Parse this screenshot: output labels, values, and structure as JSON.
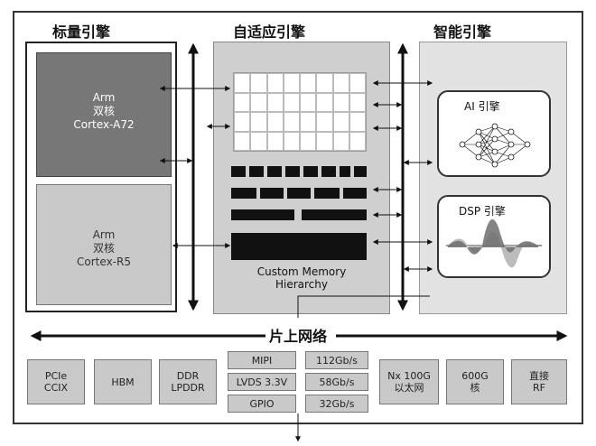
{
  "scalar": {
    "title": "标量引擎",
    "a72": [
      "Arm",
      "双核",
      "Cortex-A72"
    ],
    "r5": [
      "Arm",
      "双核",
      "Cortex-R5"
    ]
  },
  "adaptive": {
    "title": "自适应引擎",
    "memory_label": [
      "Custom Memory",
      "Hierarchy"
    ]
  },
  "smart": {
    "title": "智能引擎",
    "ai_label": "AI 引擎",
    "dsp_label": "DSP 引擎"
  },
  "noc": {
    "label": "片上网络"
  },
  "io": {
    "left": [
      "PCIe\nCCIX",
      "HBM",
      "DDR\nLPDDR"
    ],
    "middle_left": [
      "MIPI",
      "LVDS 3.3V",
      "GPIO"
    ],
    "middle_right": [
      "112Gb/s",
      "58Gb/s",
      "32Gb/s"
    ],
    "right": [
      "Nx 100G\n以太网",
      "600G\n核",
      "直接\nRF"
    ]
  },
  "colors": {
    "a72_fill": "#777777",
    "r5_fill": "#c9c9c9",
    "adaptive_fill": "#cfcfcf",
    "smart_fill": "#e2e2e2",
    "io_fill": "#c9c9c9",
    "dsp_wave_dark": "#6e6e6e",
    "dsp_wave_light": "#b5b5b5"
  },
  "icons": [
    "neural-network-icon",
    "waveform-icon",
    "bidirectional-arrow-icon"
  ]
}
